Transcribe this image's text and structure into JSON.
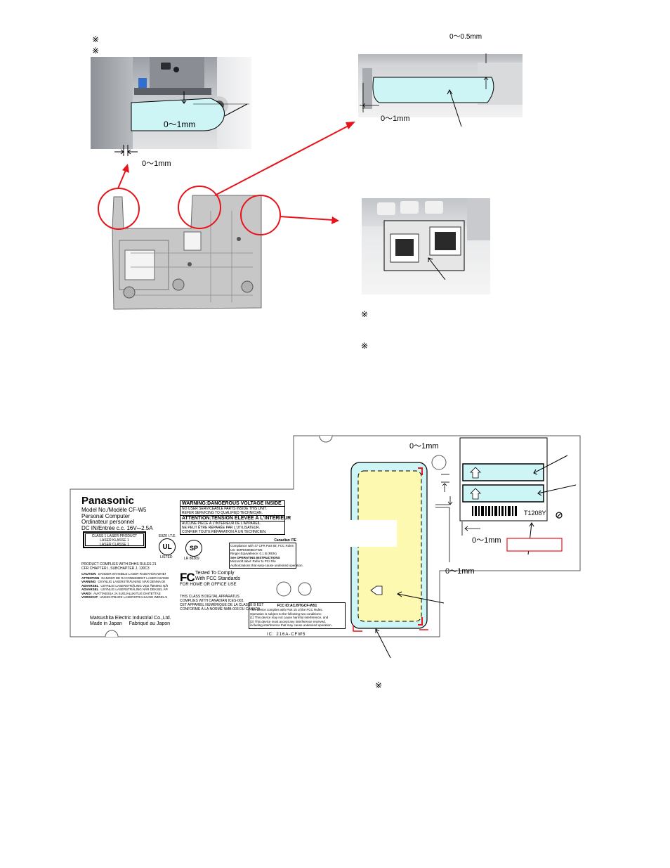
{
  "notes": {
    "top_left_1": "※",
    "top_left_2": "※",
    "right_1": "※",
    "right_2": "※",
    "bottom": "※"
  },
  "dimensions": {
    "photo1_gap_v": "0～1mm",
    "photo1_gap_h": "0～1mm",
    "photo2_gap_top": "0～0.5mm",
    "photo2_gap_left": "0～1mm",
    "label_gap_top": "0～1mm",
    "label_gap_right": "0～1mm",
    "label_gap_bottom": "0～1mm"
  },
  "rating_label": {
    "brand": "Panasonic",
    "model": "Model No./Modèle CF-W5",
    "line2": "Personal Computer",
    "line3": "Ordinateur personnel",
    "line4": "DC IN/Entrée c.c. 16V⎓2.5A",
    "laser1": "CLASS 1 LASER PRODUCT",
    "laser2": "LASER KLASSE 1",
    "laser3": "LASER CLASSE 1",
    "comply1": "PRODUCT COMPLIES WITH DHHS RULES 21",
    "comply2": "CFR CHAPTER I, SUBCHAPTER J.",
    "comply_code": "130C3",
    "cautions": [
      {
        "tag": "CAUTION",
        "text": "DANGER INVISIBLE LASER RADIATION WHEN OPEN. AVOID DIRECT EXPOSURE TO BEAM."
      },
      {
        "tag": "ATTENTION",
        "text": "DANGER DE RAYONNEMENT LASER INVISIBLE EN CAS D'OUVERTURE."
      },
      {
        "tag": "VARNING",
        "text": "OSYNLIG LASERSTRÅLNING NÄR DENNA DEL ÄR ÖPPNAD OCH SPÄRREN ÄR URKOPPLAD."
      },
      {
        "tag": "ADVARSEL",
        "text": "USYNLIG LASERSTRÅLING VED ÅBNING NÅR SIKKERHEDSAFBRYDERE ER UDE AF FUNKTION."
      },
      {
        "tag": "ADVARSEL",
        "text": "USYNLIG LASERSTRÅLING NÅR DEKSEL ÅPNES."
      },
      {
        "tag": "VARO!",
        "text": "AVATTAESSA JA SUOJALUKITUS OHITETTAESSA OLET ALTTIINA NÄKYMÄTTÖMÄLLE."
      },
      {
        "tag": "VORSICHT",
        "text": "UNSICHTBARE LASERSTRAHLUNG WENN ABDECKUNG GEÖFFNET."
      }
    ],
    "warning_title": "WARNING:DANGEROUS VOLTAGE INSIDE",
    "warning_text": [
      "NO USER SERVICEABLE PARTS INSIDE THIS UNIT.",
      "REFER SERVICING TO QUALIFIED TECHNICIAN."
    ],
    "attention_title": "ATTENTION:TENSION ÉLEVÉE À L'INTÉRIEUR",
    "attention_text": [
      "AUCUNE PIÈCE À L'INTÉRIEUR DE L'APPAREIL",
      "NE PEUT ÊTRE RÉPARÉE PAR L'UTILISATEUR.",
      "CONFIER TOUTE RÉPARATION À UN TECHNICIEN."
    ],
    "ul_text": "LISTED",
    "ul_code": "E9Z0 I.T.E.",
    "csa_code": "LR 86369",
    "tel_title": "Canadian ITE",
    "tel_lines": [
      "Compliance with 47 CFR Part 68, FCC Rules",
      "US: 5MPEM00BCFW5",
      "Ringer Equivalence: 0.1 B (REN)",
      "See OPERATING INSTRUCTIONS",
      "Microsoft label: Refer to PC/ File",
      "Authorizations that easy-cause undesired operation."
    ],
    "fcc_title": "FC",
    "fcc_text1": "Tested To Comply",
    "fcc_text2": "With FCC Standards",
    "fcc_text3": "FOR HOME OR OFFICE USE",
    "canada_lines": [
      "THIS CLASS B DIGITAL APPARATUS",
      "COMPLIES WITH CANADIAN ICES-003.",
      "CET APPAREIL NUMÉRIQUE DE LA CLASSE B EST",
      "CONFORME À LA NORME NMB-003 DU CANADA."
    ],
    "maker": "Matsushita Electric Industrial Co.,Ltd.",
    "made_in": "Made in Japan",
    "fabrique": "Fabriqué au Japon",
    "fcc_box_title": "FCC ID:ACJ9TGCF-W51",
    "fcc_box_lines": [
      "This device complies with Part 15 of the FCC Rules.",
      "Operation is subject to the following two conditions:",
      "(1) This device may not cause harmful interference, and",
      "(2) This device must accept any interference received,",
      "including interference that may cause undesired operation."
    ],
    "ic_code": "IC: 216A-CFW5",
    "serial_code": "T1208Y"
  },
  "colors": {
    "arrow_red": "#e8131b",
    "label_fill_blue": "#cdf5f6",
    "label_fill_yellow": "#fdf9b0",
    "photo_gray": "#b9b9b9"
  }
}
